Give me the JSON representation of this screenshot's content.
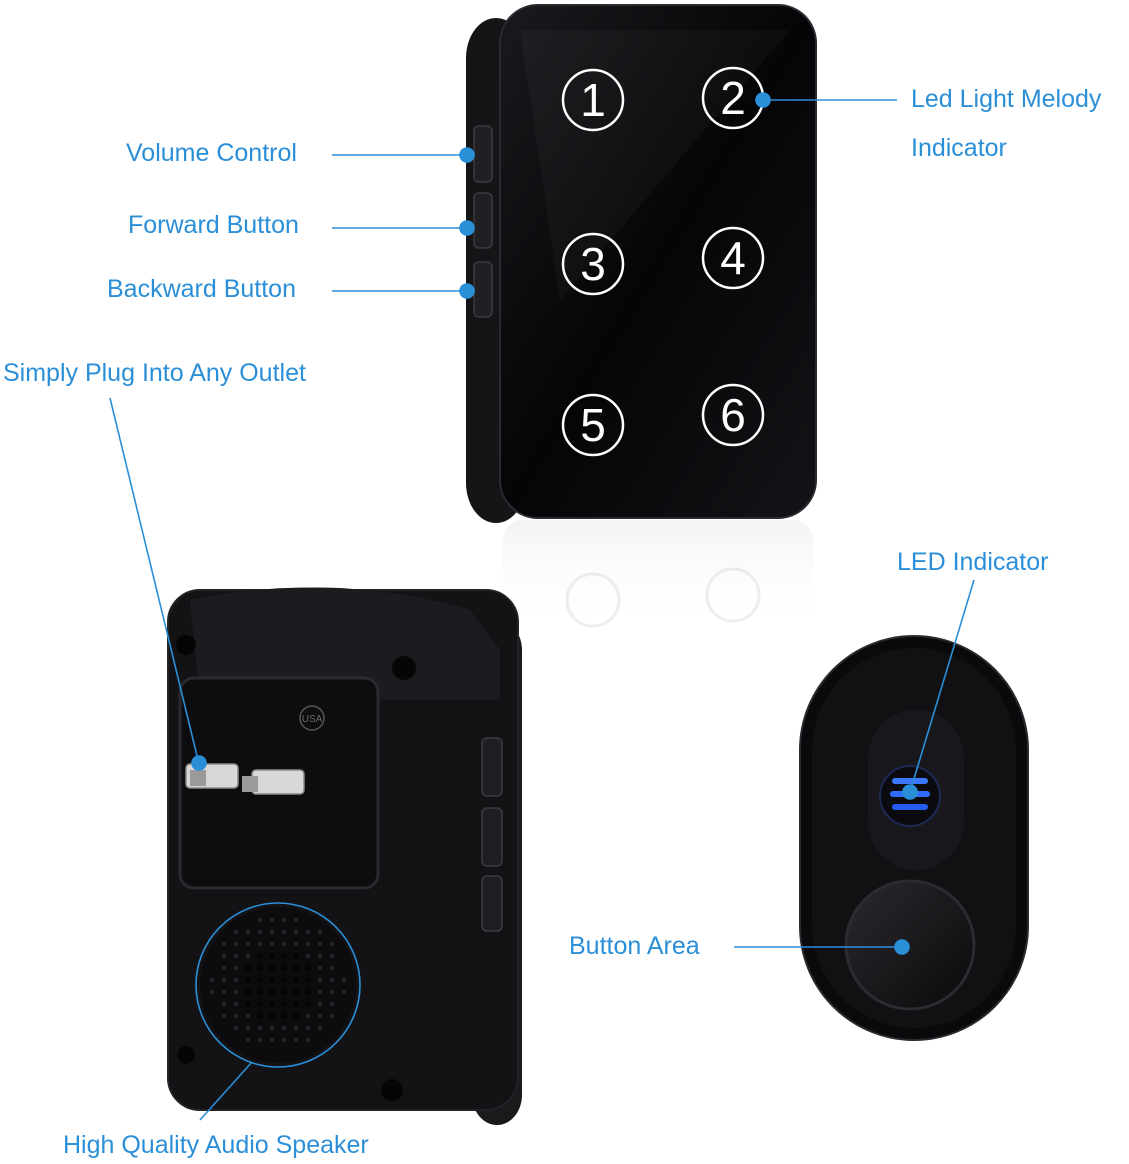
{
  "colors": {
    "accent": "#2b8fd8",
    "device_body": "#0b0b0d",
    "led_blue": "#1e63ff",
    "background": "#ffffff"
  },
  "receiver": {
    "buttons": [
      "1",
      "2",
      "3",
      "4",
      "5",
      "6"
    ],
    "plug_stamp": "USA"
  },
  "callouts": {
    "led_light_melody_line1": "Led Light Melody",
    "led_light_melody_line2": "Indicator",
    "volume_control": "Volume Control",
    "forward_button": "Forward Button",
    "backward_button": "Backward Button",
    "simply_plug": "Simply Plug Into Any Outlet",
    "led_indicator": "LED Indicator",
    "button_area": "Button Area",
    "audio_speaker": "High Quality Audio Speaker"
  }
}
